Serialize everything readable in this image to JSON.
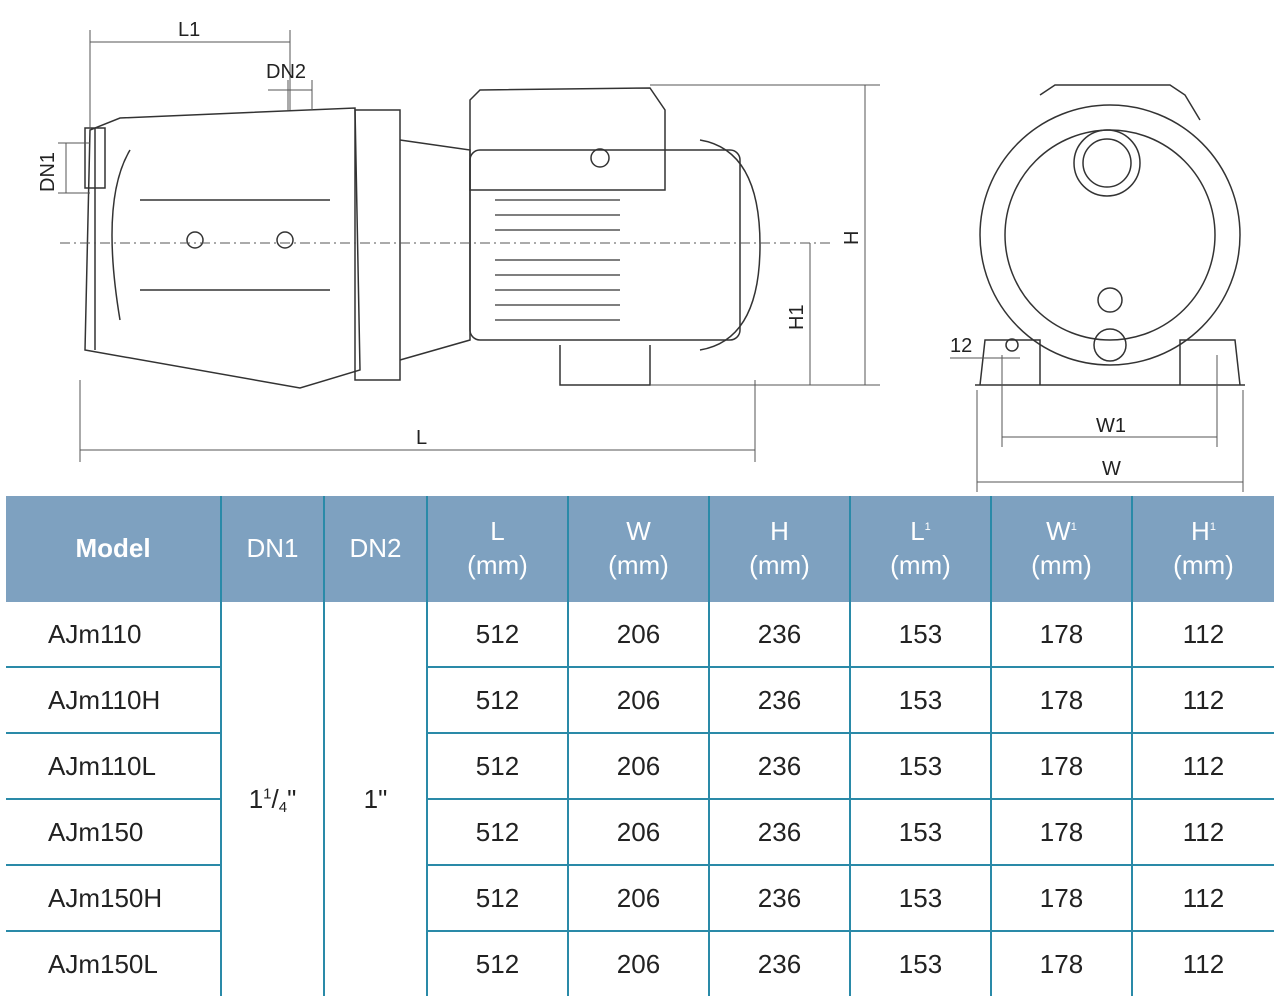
{
  "drawing": {
    "side_view_labels": {
      "L1": "L1",
      "DN2": "DN2",
      "DN1": "DN1",
      "H": "H",
      "H1": "H1",
      "L": "L"
    },
    "front_view_labels": {
      "foot": "12",
      "W1": "W1",
      "W": "W"
    }
  },
  "table": {
    "headers": {
      "model": "Model",
      "dn1": "DN1",
      "dn2": "DN2",
      "l": "L",
      "l_unit": "(mm)",
      "w": "W",
      "w_unit": "(mm)",
      "h": "H",
      "h_unit": "(mm)",
      "l1": "L",
      "l1_sub": "1",
      "l1_unit": "(mm)",
      "w1": "W",
      "w1_sub": "1",
      "w1_unit": "(mm)",
      "h1": "H",
      "h1_sub": "1",
      "h1_unit": "(mm)"
    },
    "dn1_whole": "1",
    "dn1_num": "1",
    "dn1_den": "4",
    "dn1_mark": "\"",
    "dn2": "1\"",
    "rows": [
      {
        "model": "AJm110",
        "L": "512",
        "W": "206",
        "H": "236",
        "L1": "153",
        "W1": "178",
        "H1": "112"
      },
      {
        "model": "AJm110H",
        "L": "512",
        "W": "206",
        "H": "236",
        "L1": "153",
        "W1": "178",
        "H1": "112"
      },
      {
        "model": "AJm110L",
        "L": "512",
        "W": "206",
        "H": "236",
        "L1": "153",
        "W1": "178",
        "H1": "112"
      },
      {
        "model": "AJm150",
        "L": "512",
        "W": "206",
        "H": "236",
        "L1": "153",
        "W1": "178",
        "H1": "112"
      },
      {
        "model": "AJm150H",
        "L": "512",
        "W": "206",
        "H": "236",
        "L1": "153",
        "W1": "178",
        "H1": "112"
      },
      {
        "model": "AJm150L",
        "L": "512",
        "W": "206",
        "H": "236",
        "L1": "153",
        "W1": "178",
        "H1": "112"
      }
    ]
  }
}
